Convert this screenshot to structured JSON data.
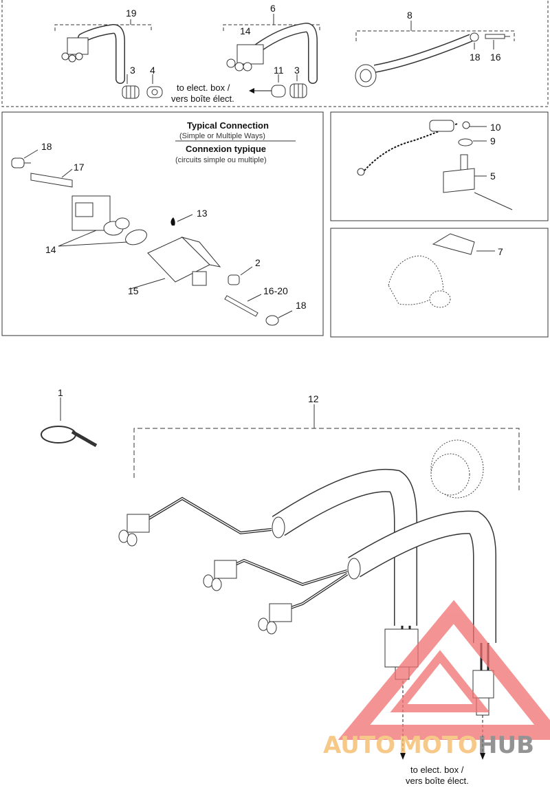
{
  "callouts": {
    "c19": "19",
    "c6": "6",
    "c8": "8",
    "c14a": "14",
    "c3a": "3",
    "c4": "4",
    "c11": "11",
    "c3b": "3",
    "c18a": "18",
    "c16a": "16",
    "c18b": "18",
    "c17": "17",
    "c13": "13",
    "c14b": "14",
    "c2": "2",
    "c15": "15",
    "c1620": "16-20",
    "c18c": "18",
    "c10": "10",
    "c9": "9",
    "c5": "5",
    "c7": "7",
    "c1": "1",
    "c12": "12"
  },
  "notes": {
    "to_box_en": "to elect. box /",
    "to_box_fr": "vers boîte élect.",
    "to_box2_en": "to elect. box /",
    "to_box2_fr": "vers boîte élect."
  },
  "typical": {
    "title_en": "Typical Connection",
    "sub_en": "(Simple or Multiple Ways)",
    "title_fr": "Connexion typique",
    "sub_fr": "(circuits simple ou multiple)"
  },
  "watermark": {
    "auto": "AUTO",
    "moto": "MOTO",
    "hub": "HUB"
  },
  "colors": {
    "line": "#222222",
    "watermark_red": "#f07070",
    "watermark_orange": "#f4b862",
    "watermark_gray": "#707070"
  }
}
